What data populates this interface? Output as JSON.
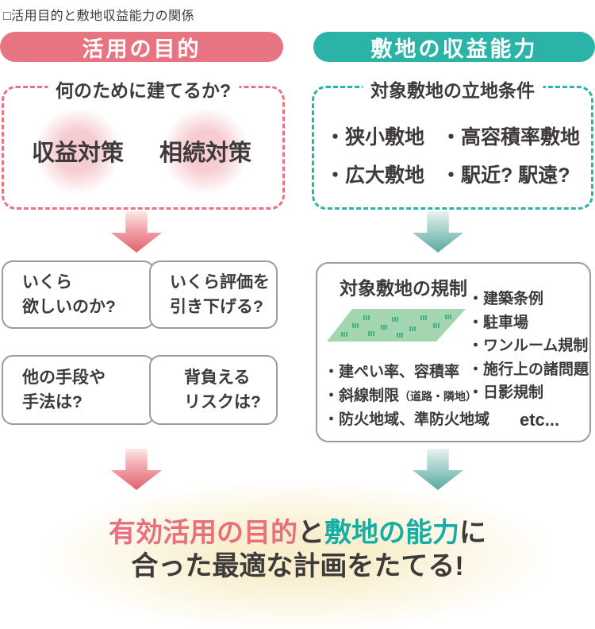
{
  "page_title": "□活用目的と敷地収益能力の関係",
  "colors": {
    "pink": "#e87381",
    "teal": "#2bb3a8",
    "dark_text": "#3e3a39",
    "box_border_gray": "#9b9b9b",
    "plot_green": "#a2d5b0",
    "grass_green": "#2fa874",
    "glow_cream": "#f9efcf"
  },
  "left_column": {
    "header": "活用の目的",
    "dashed_label": "何のために建てるか?",
    "bubbles": [
      "収益対策",
      "相続対策"
    ],
    "question_boxes": [
      {
        "lines": [
          "いくら",
          "欲しいのか?"
        ]
      },
      {
        "lines": [
          "いくら評価を",
          "引き下げる?"
        ]
      },
      {
        "lines": [
          "他の手段や",
          "手法は?"
        ]
      },
      {
        "lines": [
          "背負える",
          "リスクは?"
        ]
      }
    ]
  },
  "right_column": {
    "header": "敷地の収益能力",
    "dashed_label": "対象敷地の立地条件",
    "site_conditions": [
      "・狭小敷地",
      "・高容積率敷地",
      "・広大敷地",
      "・駅近? 駅遠?"
    ],
    "regulation_box": {
      "title": "対象敷地の規制",
      "left_items": [
        {
          "main": "・建ぺい率、容積率",
          "small": ""
        },
        {
          "main": "・斜線制限",
          "small": "（道路・隣地）"
        },
        {
          "main": "・防火地域、準防火地域",
          "small": ""
        }
      ],
      "right_items": [
        "・建築条例",
        "・駐車場",
        "・ワンルーム規制",
        "・施行上の諸問題",
        "・日影規制"
      ],
      "etc": "etc..."
    }
  },
  "conclusion": {
    "line1_pink": "有効活用の目的",
    "line1_mid": "と",
    "line1_teal": "敷地の能力",
    "line1_end": "に",
    "line2": "合った最適な計画をたてる!"
  }
}
